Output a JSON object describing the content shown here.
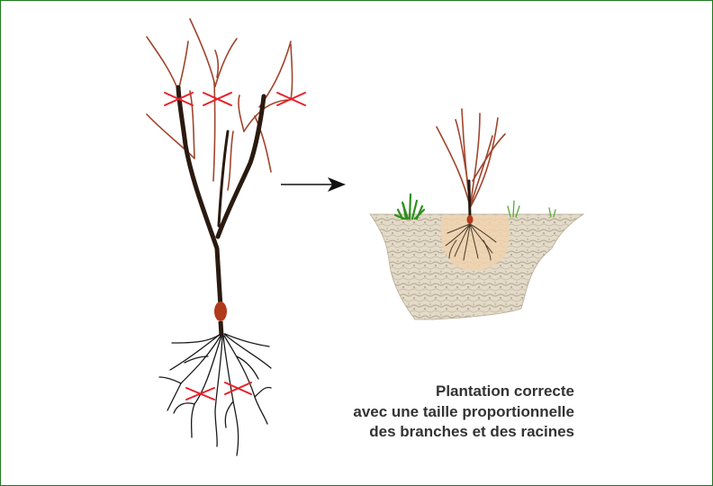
{
  "colors": {
    "frame": "#1e7a1e",
    "trunk": "#2a1a10",
    "twig": "#a0452c",
    "cut_mark": "#e8202a",
    "graft": "#b03a1c",
    "root": "#1a1a1a",
    "soil_light": "#e8dfcf",
    "soil_dark": "#a89a88",
    "root_ball": "#f0d2ae",
    "grass": "#2f8f1f",
    "caption_text": "#333333"
  },
  "caption": {
    "line1": "Plantation correcte",
    "line2": "avec une taille proportionnelle",
    "line3": "des branches et des racines"
  },
  "icons": {
    "arrow": "right-arrow-icon",
    "cut": "x-cut-mark-icon"
  }
}
